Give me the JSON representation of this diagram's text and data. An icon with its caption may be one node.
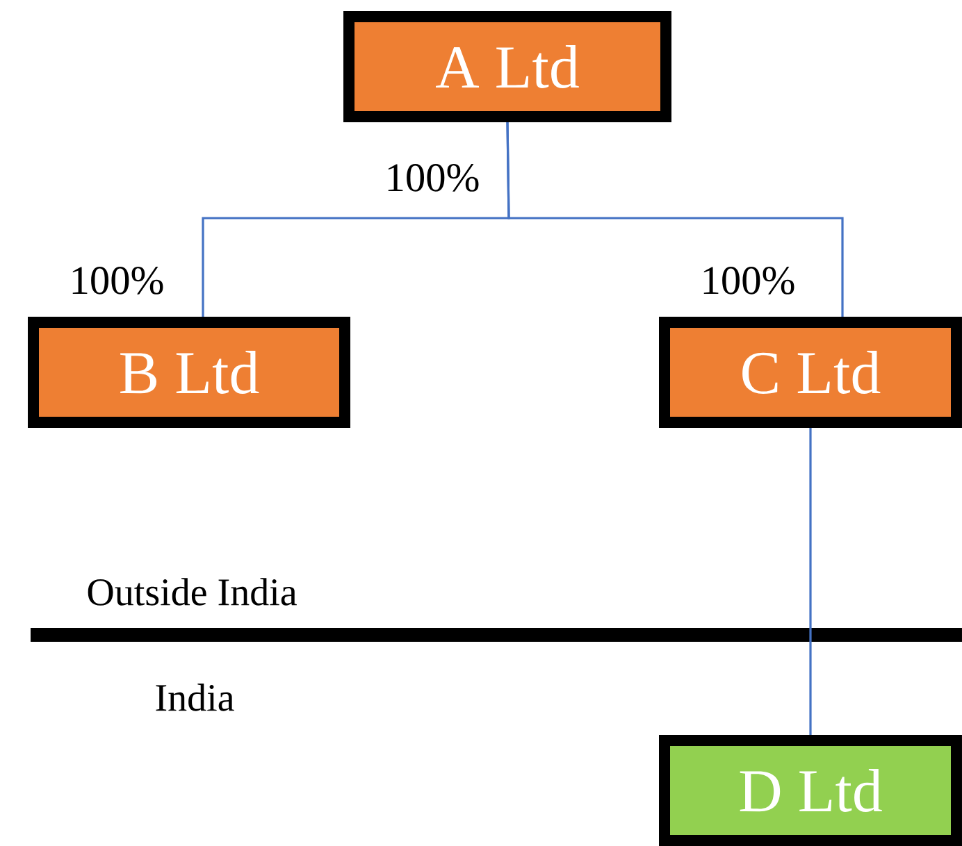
{
  "diagram": {
    "nodes": [
      {
        "text": [
          "A Ltd"
        ]
      },
      {
        "text": [
          "B Ltd"
        ]
      },
      {
        "text": [
          "C Ltd"
        ]
      },
      {
        "text": [
          "D Ltd"
        ]
      }
    ],
    "edges": [
      {
        "from": 0,
        "to": 1,
        "arrow": "none",
        "label": "100%"
      },
      {
        "from": 0,
        "to": 2,
        "arrow": "none",
        "label": "100%"
      },
      {
        "from": 2,
        "to": 3,
        "arrow": "none"
      }
    ],
    "labels": [
      "100%",
      "Outside India",
      "India"
    ]
  }
}
